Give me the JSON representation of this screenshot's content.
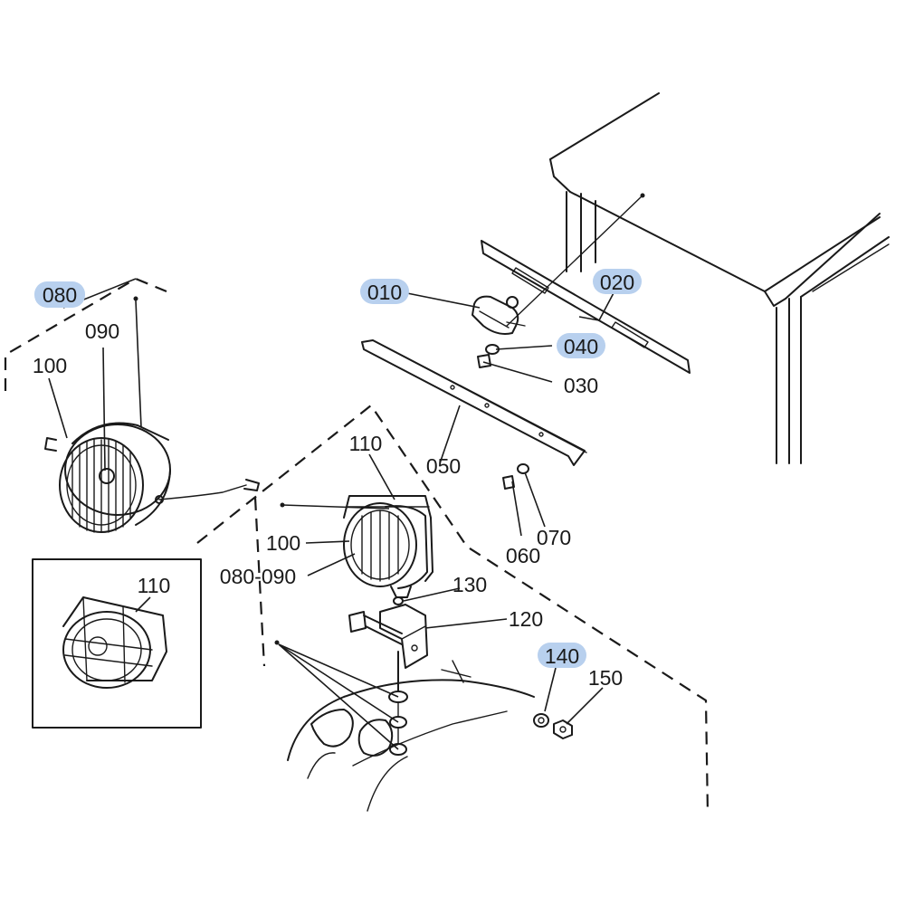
{
  "colors": {
    "label_highlight": "#b8d0ee",
    "line": "#1a1a1a",
    "background": "#ffffff"
  },
  "callouts": {
    "c010": "010",
    "c020": "020",
    "c030": "030",
    "c040": "040",
    "c050": "050",
    "c060": "060",
    "c070": "070",
    "c080_top": "080",
    "c090_top": "090",
    "c100_top": "100",
    "c100_mid": "100",
    "c080_090_mid": "080-090",
    "c110_mid": "110",
    "c110_box": "110",
    "c120": "120",
    "c130": "130",
    "c140": "140",
    "c150": "150"
  }
}
